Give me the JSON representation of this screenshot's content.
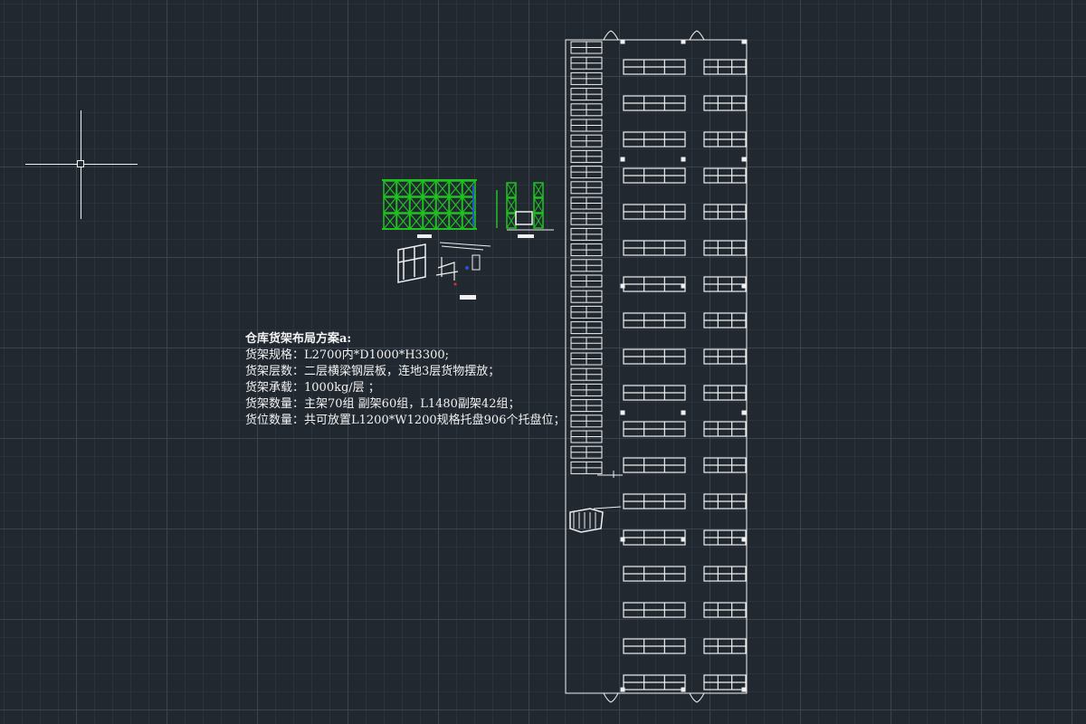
{
  "viewport": {
    "background": "#212830",
    "grid_major": "#465260",
    "grid_minor": "#303a46",
    "line_color": "#f0f0f0",
    "rack_green": "#1fc21f",
    "rack_blue": "#2255cc"
  },
  "cursor": {
    "icon": "crosshair-icon"
  },
  "note": {
    "title": "仓库货架布局方案a:",
    "lines": [
      "货架规格：L2700内*D1000*H3300;",
      "货架层数：二层横梁钢层板，连地3层货物摆放；",
      "货架承载：1000kg/层 ；",
      "货架数量：主架70组 副架60组，L1480副架42组；",
      "货位数量：共可放置L1200*W1200规格托盘906个托盘位；"
    ]
  },
  "floor_plan": {
    "left_column_racks": 28,
    "mid_column_racks": 18,
    "right_column_racks": 18
  }
}
